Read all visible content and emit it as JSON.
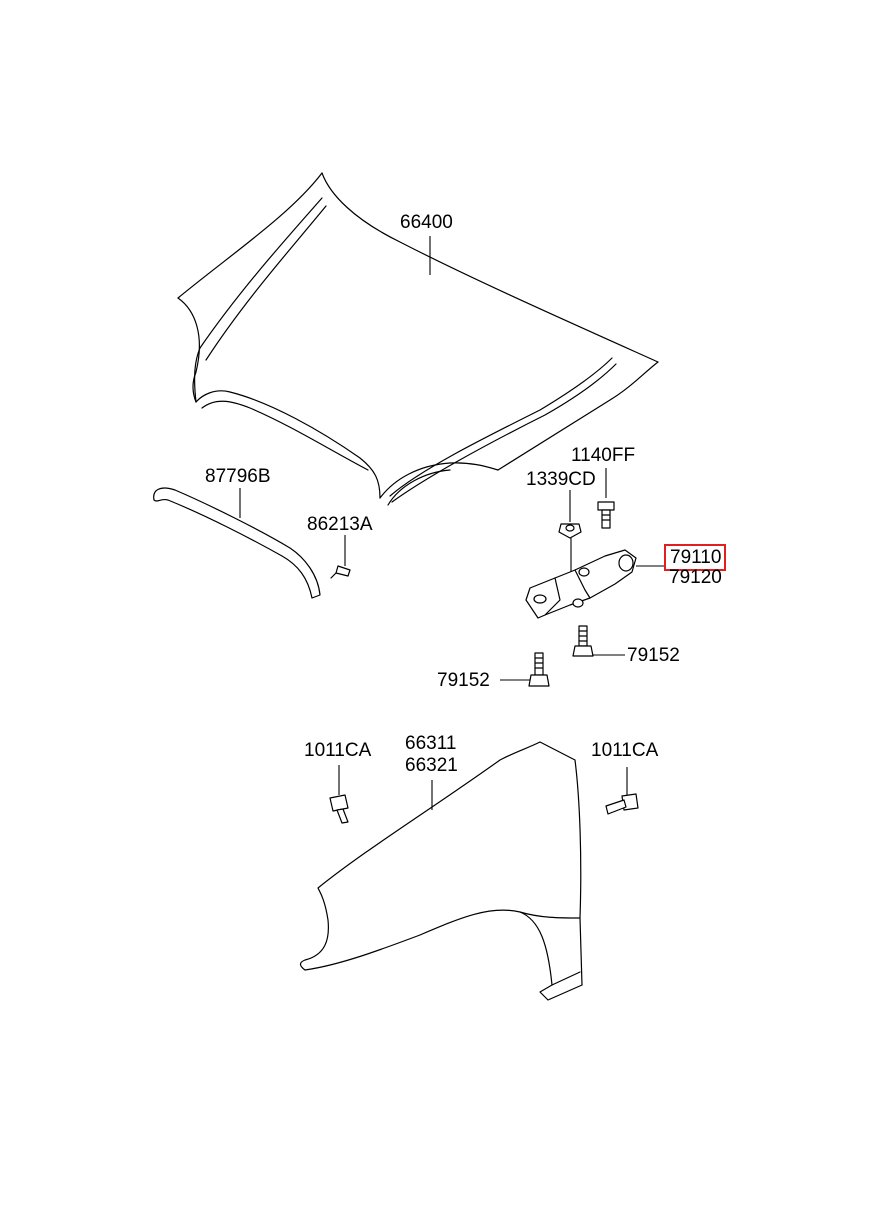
{
  "diagram": {
    "highlight_color": "#e02020",
    "parts": {
      "hood": "66400",
      "hood_weatherstrip": "87796B",
      "clip": "86213A",
      "bolt_1140": "1140FF",
      "nut_1339": "1339CD",
      "hinge_lh": "79110",
      "hinge_rh": "79120",
      "hinge_bolt_right": "79152",
      "hinge_bolt_left": "79152",
      "fender_lh": "66311",
      "fender_rh": "66321",
      "fender_bolt_left": "1011CA",
      "fender_bolt_right": "1011CA"
    },
    "highlighted_part": "79110"
  }
}
